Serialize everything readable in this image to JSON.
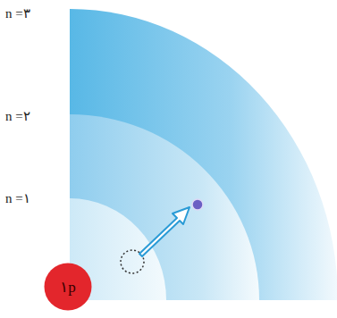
{
  "diagram": {
    "nodes": [
      {
        "text": [
          "۱p"
        ]
      }
    ],
    "labels": [
      "n =۳",
      "n =۲",
      "n =۱"
    ]
  }
}
